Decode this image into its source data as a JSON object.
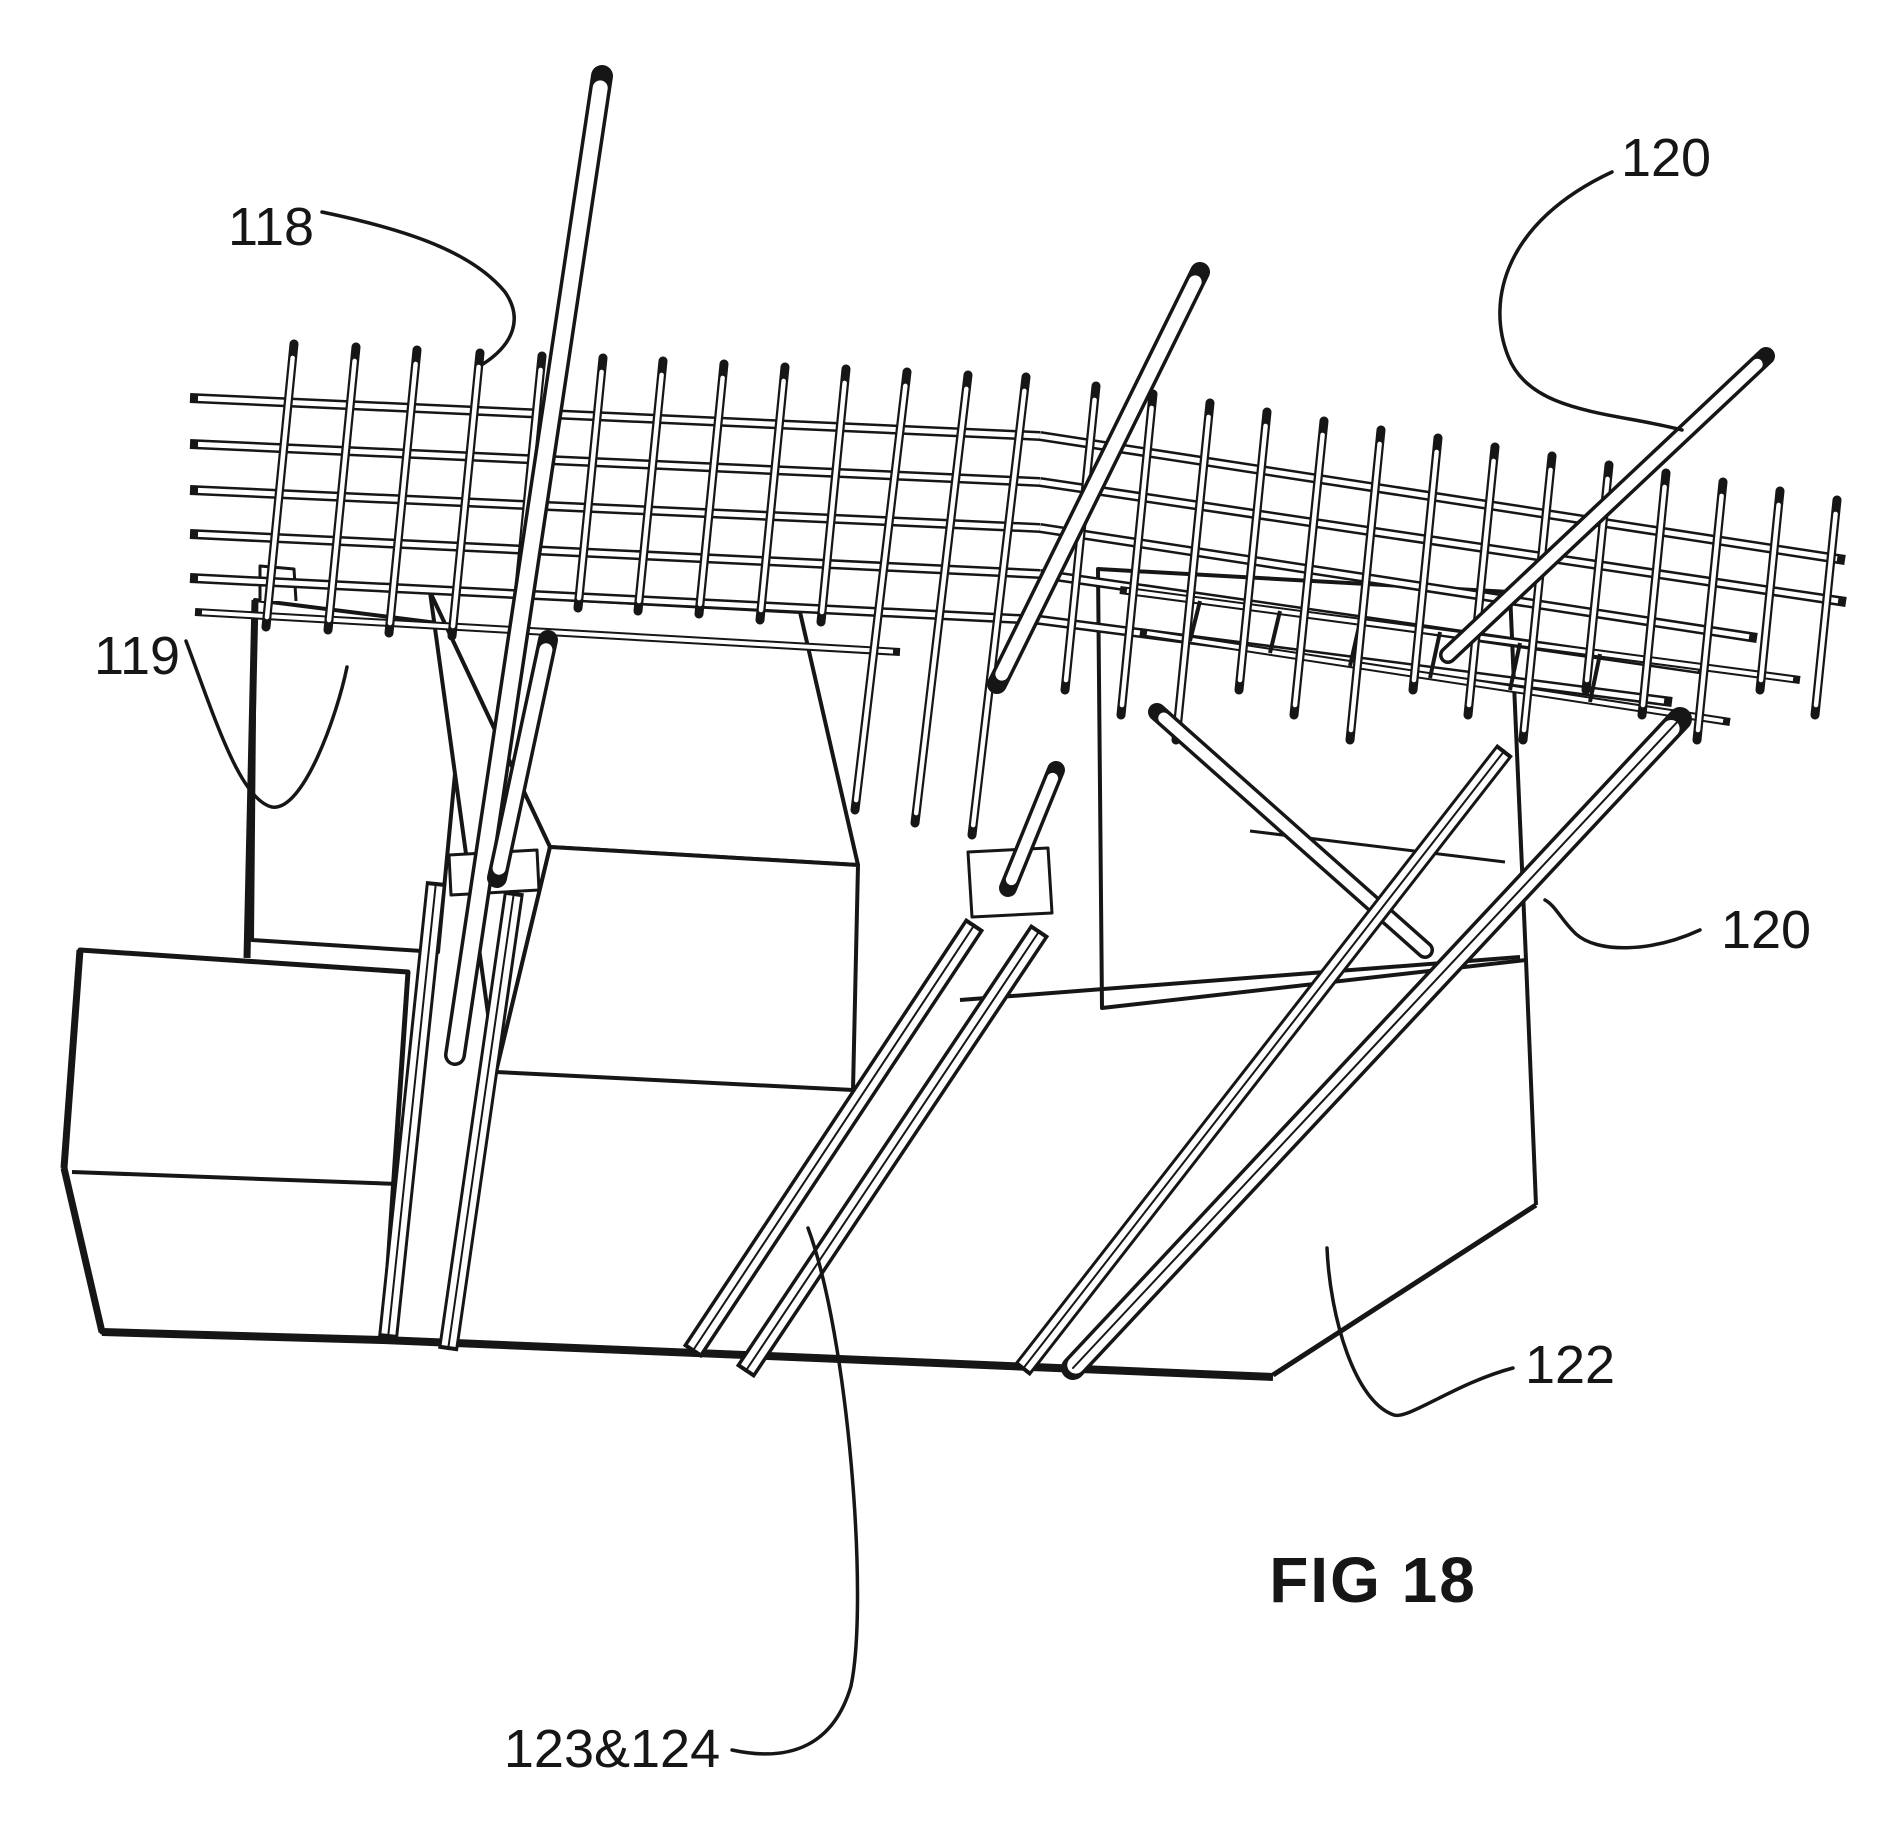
{
  "figure": {
    "caption": "FIG 18",
    "colors": {
      "ink": "#161616",
      "paper": "#ffffff"
    },
    "reference_labels": [
      {
        "id": "118",
        "text": "118"
      },
      {
        "id": "119",
        "text": "119"
      },
      {
        "id": "120-top",
        "text": "120"
      },
      {
        "id": "120-right",
        "text": "120"
      },
      {
        "id": "122",
        "text": "122"
      },
      {
        "id": "123-124",
        "text": "123&124"
      }
    ]
  }
}
